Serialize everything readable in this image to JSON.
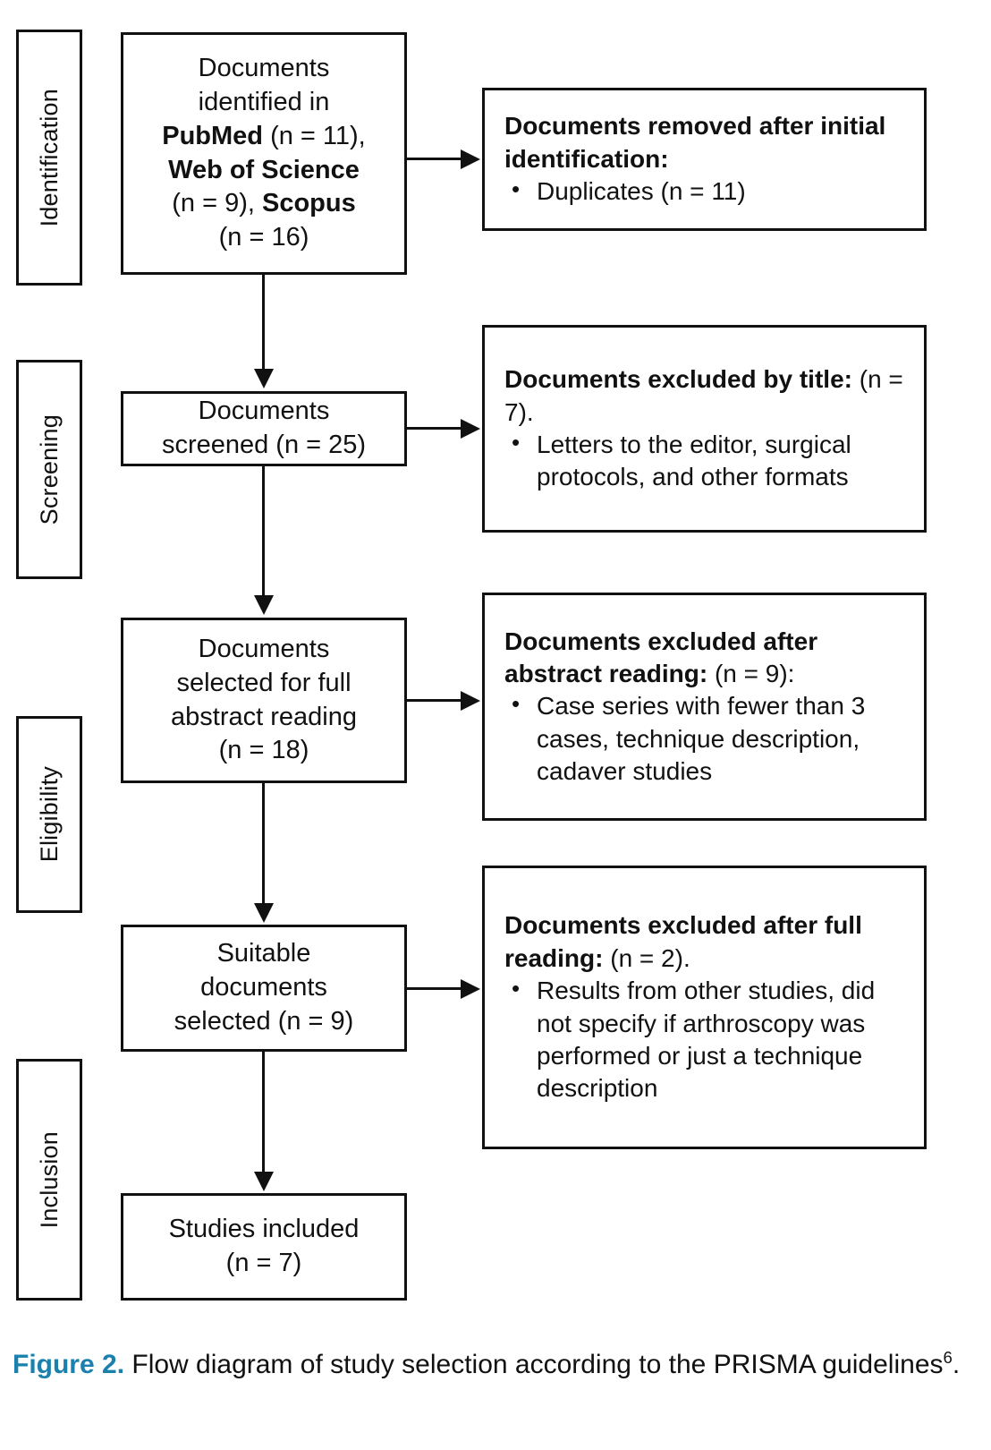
{
  "figure": {
    "label": "Figure 2.",
    "caption_text": " Flow diagram of study selection according to the PRISMA guidelines",
    "caption_ref": "6",
    "caption_end": ".",
    "label_color": "#1a80ad",
    "line_color": "#111111",
    "background": "#ffffff"
  },
  "stages": [
    {
      "name": "identification",
      "label": "Identification"
    },
    {
      "name": "screening",
      "label": "Screening"
    },
    {
      "name": "eligibility",
      "label": "Eligibility"
    },
    {
      "name": "inclusion",
      "label": "Inclusion"
    }
  ],
  "flow_boxes": [
    {
      "name": "documents-identified",
      "line1": "Documents",
      "line2": "identified in",
      "line3_bold": "PubMed",
      "line3_rest": " (n = 11),",
      "line4_bold": "Web of Science",
      "line5_rest": "(n = 9), ",
      "line5_bold": "Scopus",
      "line6": "(n = 16)"
    },
    {
      "name": "documents-screened",
      "line1": "Documents",
      "line2": "screened (n = 25)"
    },
    {
      "name": "documents-selected-full-abstract",
      "line1": "Documents",
      "line2": "selected for full",
      "line3": "abstract reading",
      "line4": "(n = 18)"
    },
    {
      "name": "suitable-documents-selected",
      "line1": "Suitable",
      "line2": "documents",
      "line3": "selected (n = 9)"
    },
    {
      "name": "studies-included",
      "line1": "Studies included",
      "line2": "(n = 7)"
    }
  ],
  "exclusion_boxes": [
    {
      "name": "removed-after-initial-identification",
      "head_bold": "Documents removed after initial identification:",
      "head_rest": "",
      "items": [
        "Duplicates (n = 11)"
      ]
    },
    {
      "name": "excluded-by-title",
      "head_bold": "Documents excluded by title:",
      "head_rest": " (n = 7).",
      "items": [
        "Letters to the editor, surgical protocols, and other formats"
      ]
    },
    {
      "name": "excluded-after-abstract-reading",
      "head_bold": "Documents excluded after abstract reading:",
      "head_rest": " (n = 9):",
      "items": [
        "Case series with fewer than 3 cases, technique description, cadaver studies"
      ]
    },
    {
      "name": "excluded-after-full-reading",
      "head_bold": "Documents excluded after full reading:",
      "head_rest": " (n = 2).",
      "items": [
        "Results from other studies, did not specify if arthroscopy was performed or just a technique description"
      ]
    }
  ]
}
